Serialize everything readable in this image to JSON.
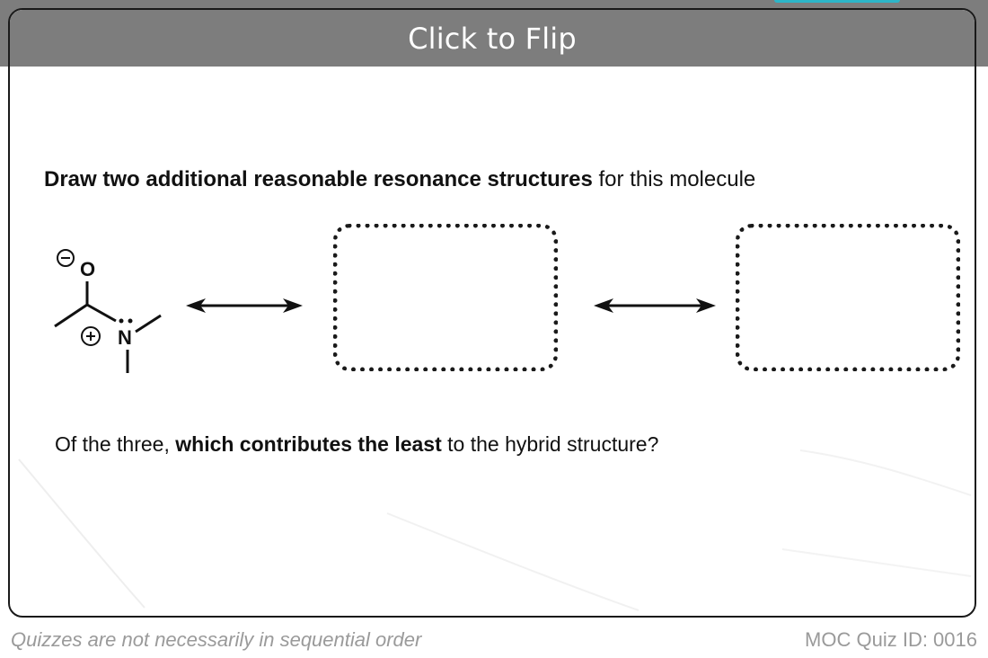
{
  "card": {
    "header_label": "Click to Flip",
    "question_bold": "Draw two additional reasonable resonance structures",
    "question_rest": " for this molecule",
    "subquestion_pre": "Of the three, ",
    "subquestion_bold": "which contributes the least",
    "subquestion_post": " to the hybrid structure?"
  },
  "molecule": {
    "oxygen_label": "O",
    "nitrogen_label": "N",
    "negative_charge": "−",
    "positive_charge": "+"
  },
  "footer": {
    "left_note": "Quizzes are not necessarily in sequential order",
    "quiz_id": "MOC Quiz ID: 0016"
  }
}
